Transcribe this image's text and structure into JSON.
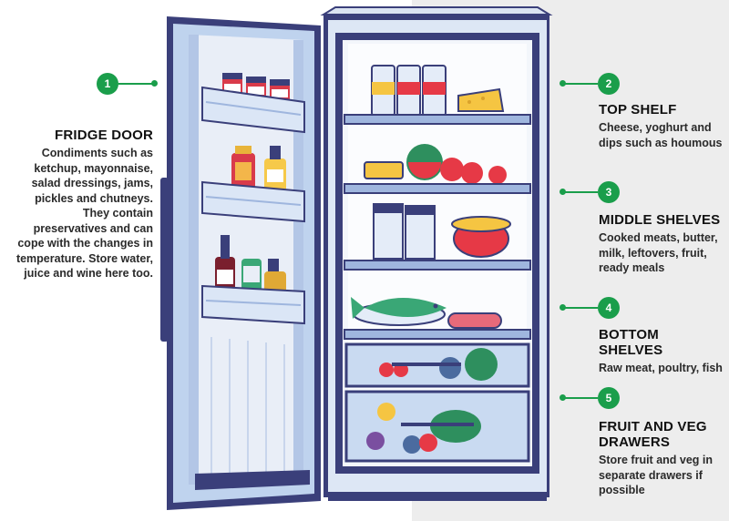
{
  "accent_color": "#1a9e4b",
  "callouts": [
    {
      "number": "1",
      "title": "FRIDGE DOOR",
      "text": "Condiments such as ketchup, mayonnaise, salad dressings, jams, pickles and chutneys. They contain preservatives and can cope with the changes in temperature. Store water, juice and wine here too."
    },
    {
      "number": "2",
      "title": "TOP SHELF",
      "text": "Cheese, yoghurt and dips such as houmous"
    },
    {
      "number": "3",
      "title": "MIDDLE SHELVES",
      "text": "Cooked meats, butter, milk, leftovers, fruit, ready meals"
    },
    {
      "number": "4",
      "title": "BOTTOM SHELVES",
      "text": "Raw meat, poultry, fish"
    },
    {
      "number": "5",
      "title": "FRUIT AND VEG DRAWERS",
      "text": "Store fruit and veg in separate drawers if possible"
    }
  ]
}
